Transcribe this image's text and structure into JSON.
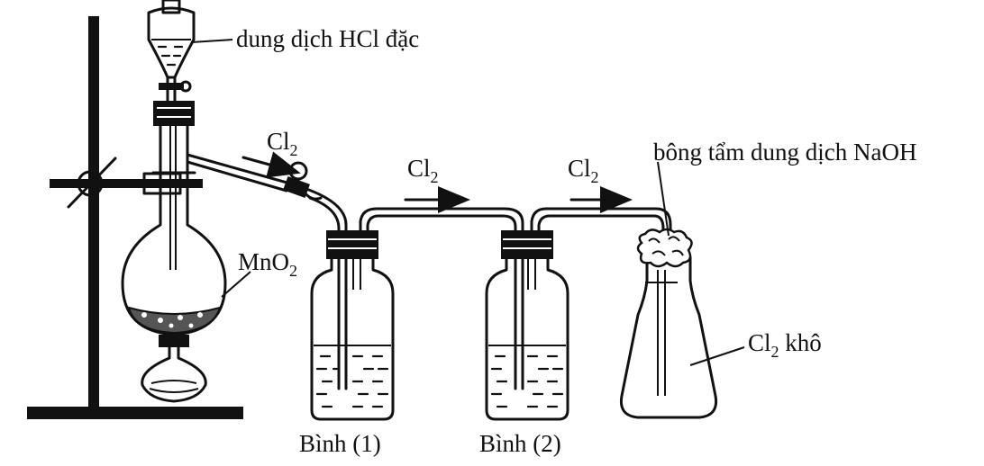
{
  "labels": {
    "hcl": "dung dịch HCl đặc",
    "cl2_1": {
      "base": "Cl",
      "sub": "2"
    },
    "cl2_2": {
      "base": "Cl",
      "sub": "2"
    },
    "cl2_3": {
      "base": "Cl",
      "sub": "2"
    },
    "naoh": "bông tẩm dung dịch NaOH",
    "mno2": {
      "base": "MnO",
      "sub": "2"
    },
    "cl2_dry": {
      "base": "Cl",
      "sub": "2",
      "suffix": " khô"
    },
    "flask1": "Bình (1)",
    "flask2": "Bình (2)"
  }
}
